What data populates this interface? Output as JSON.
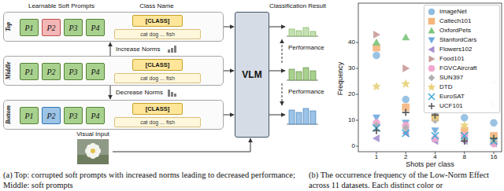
{
  "diagram": {
    "nodes": [
      {
        "text": [
          "Top"
        ]
      },
      {
        "text": [
          "P1"
        ],
        "in": 0
      },
      {
        "text": [
          "P2"
        ],
        "in": 0
      },
      {
        "text": [
          "P3"
        ],
        "in": 0
      },
      {
        "text": [
          "P4"
        ],
        "in": 0
      },
      {
        "text": [
          "[CLASS]"
        ],
        "in": 0
      },
      {
        "text": [
          "cat dog ... fish"
        ],
        "in": 0
      },
      {
        "text": [
          "Middle"
        ]
      },
      {
        "text": [
          "P1"
        ],
        "in": 7
      },
      {
        "text": [
          "P2"
        ],
        "in": 7
      },
      {
        "text": [
          "P3"
        ],
        "in": 7
      },
      {
        "text": [
          "P4"
        ],
        "in": 7
      },
      {
        "text": [
          "[CLASS]"
        ],
        "in": 7
      },
      {
        "text": [
          "cat dog ... fish"
        ],
        "in": 7
      },
      {
        "text": [
          "Bottom"
        ]
      },
      {
        "text": [
          "P1"
        ],
        "in": 14
      },
      {
        "text": [
          "P2"
        ],
        "in": 14
      },
      {
        "text": [
          "P3"
        ],
        "in": 14
      },
      {
        "text": [
          "P4"
        ],
        "in": 14
      },
      {
        "text": [
          "[CLASS]"
        ],
        "in": 14
      },
      {
        "text": [
          "cat dog ... fish"
        ],
        "in": 14
      },
      {
        "text": [
          "Visual Input"
        ]
      },
      {
        "text": [
          "VLM"
        ]
      }
    ],
    "edges": [
      {
        "from": 7,
        "to": 0,
        "arrow": "to",
        "label": "Increase Norms"
      },
      {
        "from": 7,
        "to": 14,
        "arrow": "to",
        "label": "Decrease Norms"
      },
      {
        "from": 0,
        "to": 22,
        "arrow": "to"
      },
      {
        "from": 7,
        "to": 22,
        "arrow": "to"
      },
      {
        "from": 14,
        "to": 22,
        "arrow": "to"
      },
      {
        "from": 21,
        "to": 22,
        "arrow": "to"
      }
    ],
    "labels": [
      "Learnable Soft Prompts",
      "Class Name",
      "Classification Result",
      "Performance",
      "Performance",
      "Frequency",
      "Shots per class",
      "0",
      "10",
      "20",
      "30",
      "40",
      "1",
      "2",
      "4",
      "8",
      "16",
      "(a) Top: corrupted soft prompts with increased norms leading to decreased performance; Middle: soft prompts",
      "(b) The occurrence frequency of the Low-Norm Effect across 11 datasets. Each distinct color or"
    ],
    "legend": [
      {
        "text": "ImageNet"
      },
      {
        "text": "Caltech101"
      },
      {
        "text": "OxfordPets"
      },
      {
        "text": "StanfordCars"
      },
      {
        "text": "Flowers102"
      },
      {
        "text": "Food101"
      },
      {
        "text": "FGVCAircraft"
      },
      {
        "text": "SUN397"
      },
      {
        "text": "DTD"
      },
      {
        "text": "EuroSAT"
      },
      {
        "text": "UCF101"
      }
    ]
  }
}
